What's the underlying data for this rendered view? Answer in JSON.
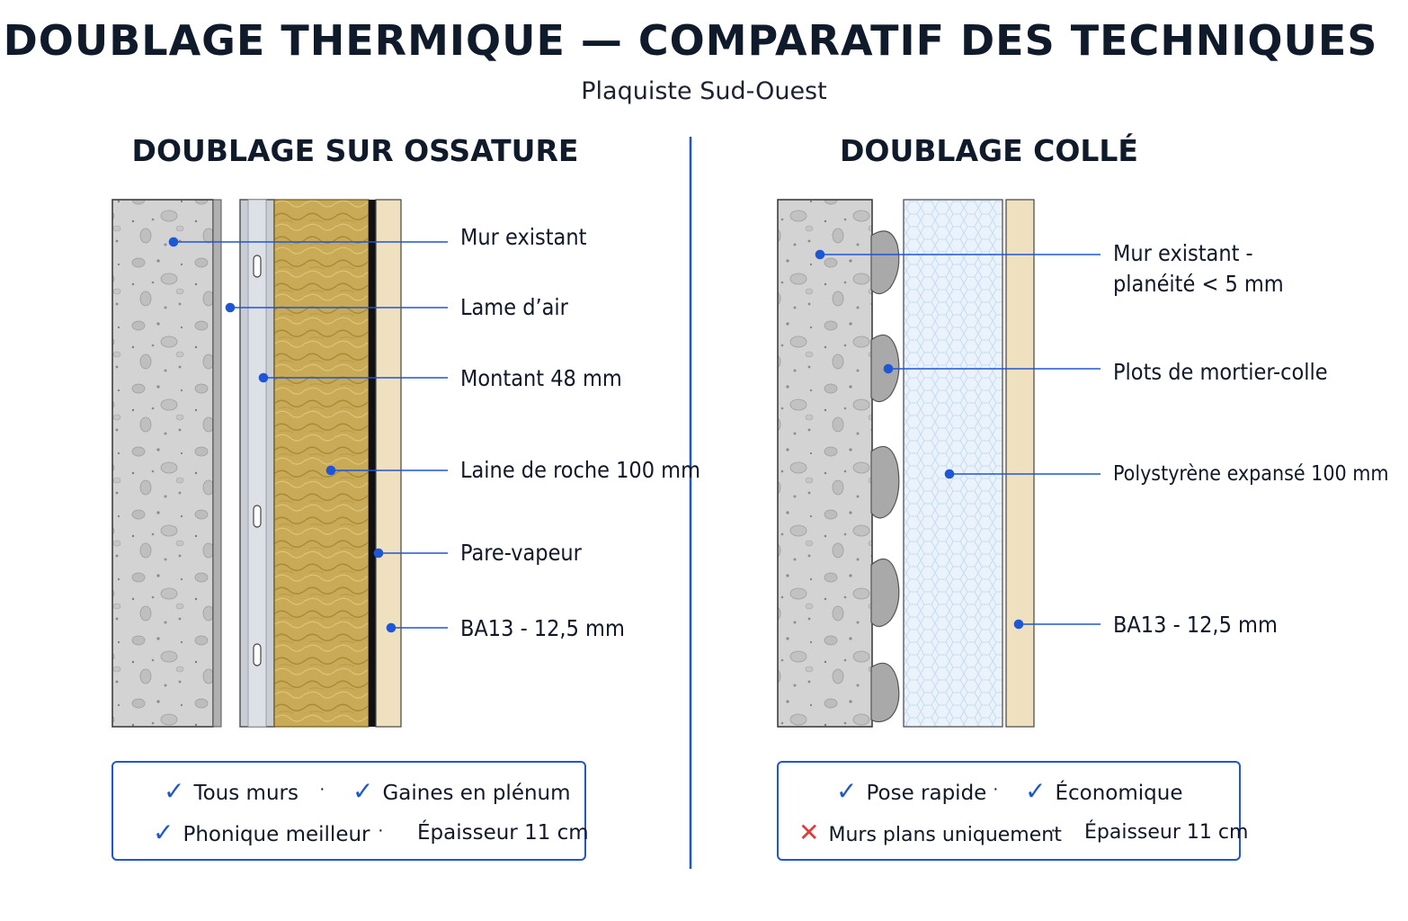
{
  "header": {
    "title": "DOUBLAGE THERMIQUE — COMPARATIF DES TECHNIQUES",
    "subtitle": "Plaquiste Sud-Ouest"
  },
  "left": {
    "title": "DOUBLAGE SUR OSSATURE",
    "labels": [
      "Mur existant",
      "Lame d’air",
      "Montant 48 mm",
      "Laine de roche 100 mm",
      "Pare-vapeur",
      "BA13 - 12,5 mm"
    ],
    "features": [
      {
        "icon": "check-icon",
        "text": "Tous murs"
      },
      {
        "icon": "check-icon",
        "text": "Gaines en plénum"
      },
      {
        "icon": "check-icon",
        "text": "Phonique meilleur"
      },
      {
        "icon": "none",
        "text": "Épaisseur 11 cm"
      }
    ],
    "separator": "·"
  },
  "right": {
    "title": "DOUBLAGE COLLÉ",
    "labels": [
      "Mur existant -",
      "planéité < 5 mm",
      "Plots de mortier-colle",
      "Polystyrène expansé 100 mm",
      "BA13 - 12,5 mm"
    ],
    "features": [
      {
        "icon": "check-icon",
        "text": "Pose rapide"
      },
      {
        "icon": "check-icon",
        "text": "Économique"
      },
      {
        "icon": "cross-icon",
        "text": "Murs plans uniquement"
      },
      {
        "icon": "none",
        "text": "Épaisseur 11 cm"
      }
    ],
    "separator": "·"
  },
  "icons": {
    "check": "✓",
    "cross": "✕"
  },
  "colors": {
    "accent": "#1e56d6",
    "concrete": "#d4d4d4",
    "wool": "#c9aa56",
    "plasterboard": "#efe1c0",
    "eps": "#e8f2fb",
    "cross": "#e53935"
  }
}
